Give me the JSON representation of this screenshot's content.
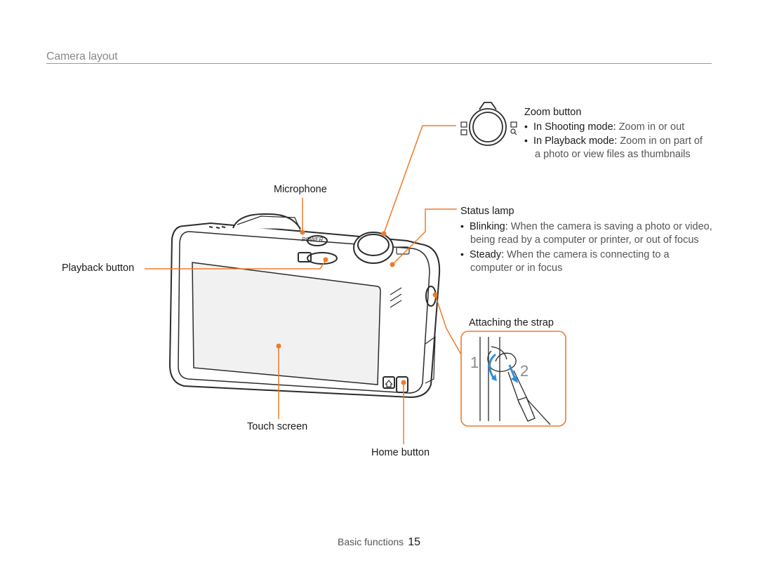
{
  "section": {
    "title": "Camera layout"
  },
  "labels": {
    "microphone": "Microphone",
    "playback_button": "Playback button",
    "touch_screen": "Touch screen",
    "home_button": "Home button",
    "attaching_strap": "Attaching the strap"
  },
  "zoom": {
    "title": "Zoom button",
    "items": [
      {
        "bullet": "•",
        "mode": "In Shooting mode",
        "sep": ":",
        "desc": " Zoom in or out"
      },
      {
        "bullet": "•",
        "mode": "In Playback mode",
        "sep": ":",
        "desc": " Zoom in on part of"
      }
    ],
    "continuation": "a photo or view files as thumbnails"
  },
  "status_lamp": {
    "title": "Status lamp",
    "items": [
      {
        "bullet": "•",
        "mode": "Blinking",
        "sep": ":",
        "desc": " When the camera is saving a photo or video,",
        "continuation": "being read by a computer or printer, or out of focus"
      },
      {
        "bullet": "•",
        "mode": "Steady",
        "sep": ":",
        "desc": " When the camera is connecting to a",
        "continuation": "computer or in focus"
      }
    ]
  },
  "camera": {
    "power_label": "POWER"
  },
  "strap_steps": [
    "1",
    "2"
  ],
  "footer": {
    "text": "Basic functions",
    "page": "15"
  },
  "colors": {
    "callout": "#f07a2a",
    "arrow": "#2f8fd8",
    "body_stroke": "#2b2b2b",
    "screen": "#f1f1f1"
  }
}
